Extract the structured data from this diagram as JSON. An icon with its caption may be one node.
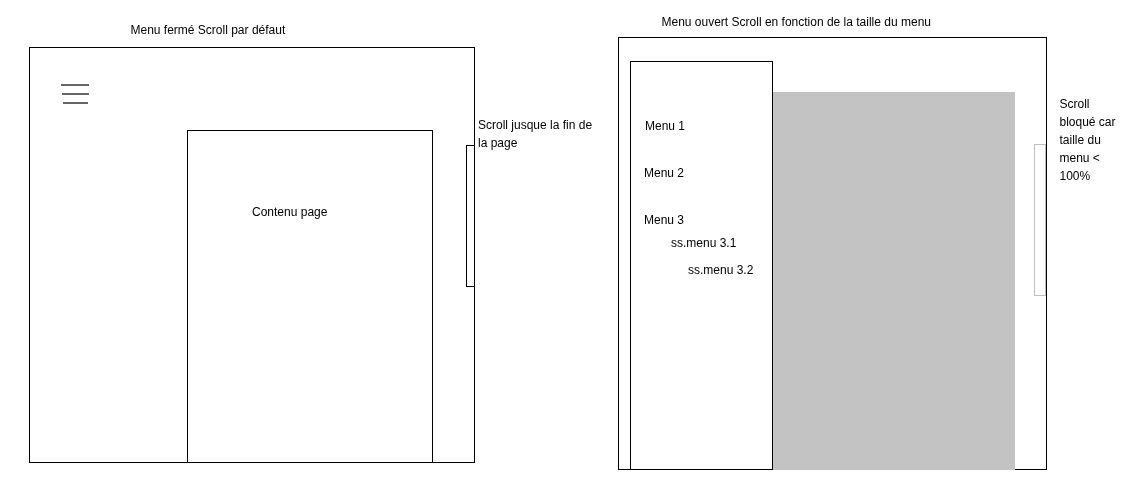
{
  "diagram": {
    "nodes": [
      {
        "text": [
          "Menu fermé Scroll par défaut"
        ]
      },
      {
        "text": [
          "Contenu page"
        ],
        "in": 0
      },
      {
        "text": [],
        "shape": "bar",
        "in": 0,
        "beside": [
          "Scroll jusque la fin de la page"
        ]
      },
      {
        "text": [
          "Menu ouvert Scroll en fonction de la taille du menu"
        ]
      },
      {
        "text": [
          "Menu 1",
          "Menu 2",
          "Menu 3",
          "ss.menu 3.1",
          "ss.menu 3.2"
        ],
        "in": 3
      },
      {
        "text": [],
        "shape": "box",
        "in": 3
      },
      {
        "text": [],
        "shape": "bar",
        "in": 3,
        "beside": [
          "Scroll bloqué car taille du menu < 100%"
        ]
      }
    ]
  }
}
